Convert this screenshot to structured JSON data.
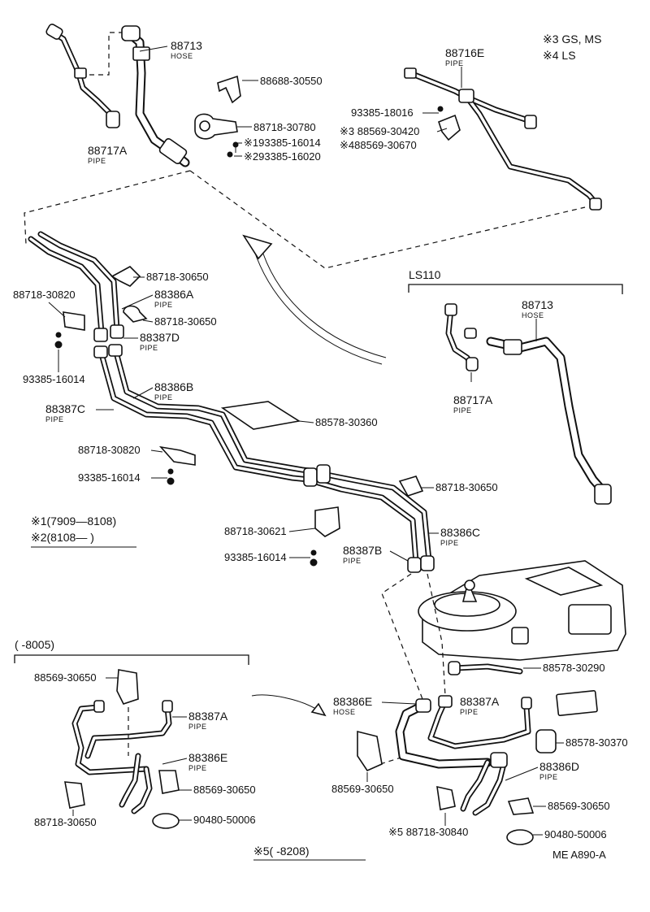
{
  "legend_models": {
    "note3": "※3 GS, MS",
    "note4": "※4 LS"
  },
  "legend_dates": {
    "note1": "※1(7909—8108)",
    "note2": "※2(8108—        )"
  },
  "groups": {
    "ls110": "LS110",
    "early": "(        -8005)",
    "note5": "※5(        -8208)"
  },
  "footer_code": "ME  A890-A",
  "labels": [
    {
      "id": "p88713",
      "num": "88713",
      "sub": "HOSE"
    },
    {
      "id": "p88717a",
      "num": "88717A",
      "sub": "PIPE"
    },
    {
      "id": "p88688",
      "num": "88688-30550"
    },
    {
      "id": "p88718_780",
      "num": "88718-30780"
    },
    {
      "id": "p93385_014n",
      "num": "※193385-16014"
    },
    {
      "id": "p93385_020",
      "num": "※293385-16020"
    },
    {
      "id": "p88716e",
      "num": "88716E",
      "sub": "PIPE"
    },
    {
      "id": "p93385_016",
      "num": "93385-18016"
    },
    {
      "id": "p88569_420",
      "num": "※3 88569-30420"
    },
    {
      "id": "p88569_670",
      "num": "※488569-30670"
    },
    {
      "id": "p88718_650a",
      "num": "88718-30650"
    },
    {
      "id": "p88718_820a",
      "num": "88718-30820"
    },
    {
      "id": "p88386a",
      "num": "88386A",
      "sub": "PIPE"
    },
    {
      "id": "p88718_650b",
      "num": "88718-30650"
    },
    {
      "id": "p88387d",
      "num": "88387D",
      "sub": "PIPE"
    },
    {
      "id": "p93385_014a",
      "num": "93385-16014"
    },
    {
      "id": "p88386b",
      "num": "88386B",
      "sub": "PIPE"
    },
    {
      "id": "p88387c",
      "num": "88387C",
      "sub": "PIPE"
    },
    {
      "id": "p88578_360",
      "num": "88578-30360"
    },
    {
      "id": "p88718_820b",
      "num": "88718-30820"
    },
    {
      "id": "p93385_014b",
      "num": "93385-16014"
    },
    {
      "id": "p88718_650c",
      "num": "88718-30650"
    },
    {
      "id": "p88718_621",
      "num": "88718-30621"
    },
    {
      "id": "p88386c",
      "num": "88386C",
      "sub": "PIPE"
    },
    {
      "id": "p93385_014c",
      "num": "93385-16014"
    },
    {
      "id": "p88387b",
      "num": "88387B",
      "sub": "PIPE"
    },
    {
      "id": "ls_88713",
      "num": "88713",
      "sub": "HOSE"
    },
    {
      "id": "ls_88717a",
      "num": "88717A",
      "sub": "PIPE"
    },
    {
      "id": "p88578_290",
      "num": "88578-30290"
    },
    {
      "id": "p88386e",
      "num": "88386E",
      "sub": "HOSE"
    },
    {
      "id": "p88387a",
      "num": "88387A",
      "sub": "PIPE"
    },
    {
      "id": "p88578_370",
      "num": "88578-30370"
    },
    {
      "id": "p88569_650c",
      "num": "88569-30650"
    },
    {
      "id": "p88386d",
      "num": "88386D",
      "sub": "PIPE"
    },
    {
      "id": "p88569_650d",
      "num": "88569-30650"
    },
    {
      "id": "p88718_840",
      "num": "※5 88718-30840"
    },
    {
      "id": "p90480_b",
      "num": "90480-50006"
    },
    {
      "id": "e88569_650a",
      "num": "88569-30650"
    },
    {
      "id": "e88387a",
      "num": "88387A",
      "sub": "PIPE"
    },
    {
      "id": "e88386e",
      "num": "88386E",
      "sub": "PIPE"
    },
    {
      "id": "e88569_650b",
      "num": "88569-30650"
    },
    {
      "id": "e88718_650",
      "num": "88718-30650"
    },
    {
      "id": "e90480",
      "num": "90480-50006"
    }
  ]
}
